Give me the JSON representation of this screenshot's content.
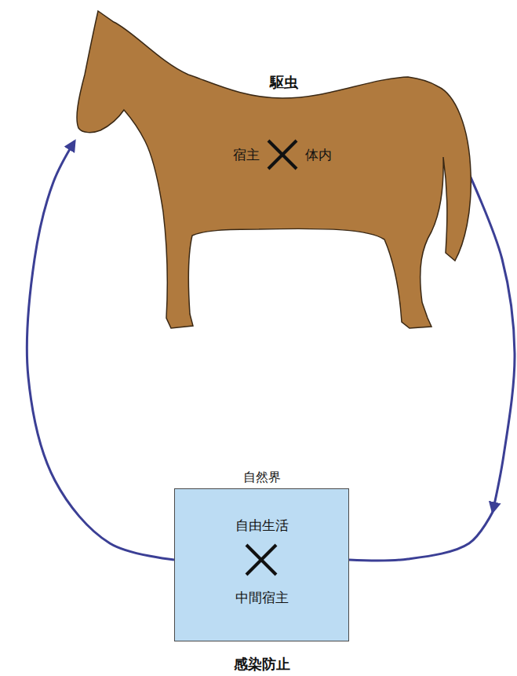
{
  "diagram": {
    "nodes": [
      {
        "text": [
          "駆虫",
          "宿主",
          "体内"
        ]
      },
      {
        "text": [
          "自然界",
          "自由生活",
          "中間宿主",
          "感染防止"
        ]
      }
    ],
    "edges": [
      {
        "from": 0,
        "to": 1,
        "arrow": "to"
      },
      {
        "from": 1,
        "to": 0,
        "arrow": "to"
      }
    ]
  }
}
